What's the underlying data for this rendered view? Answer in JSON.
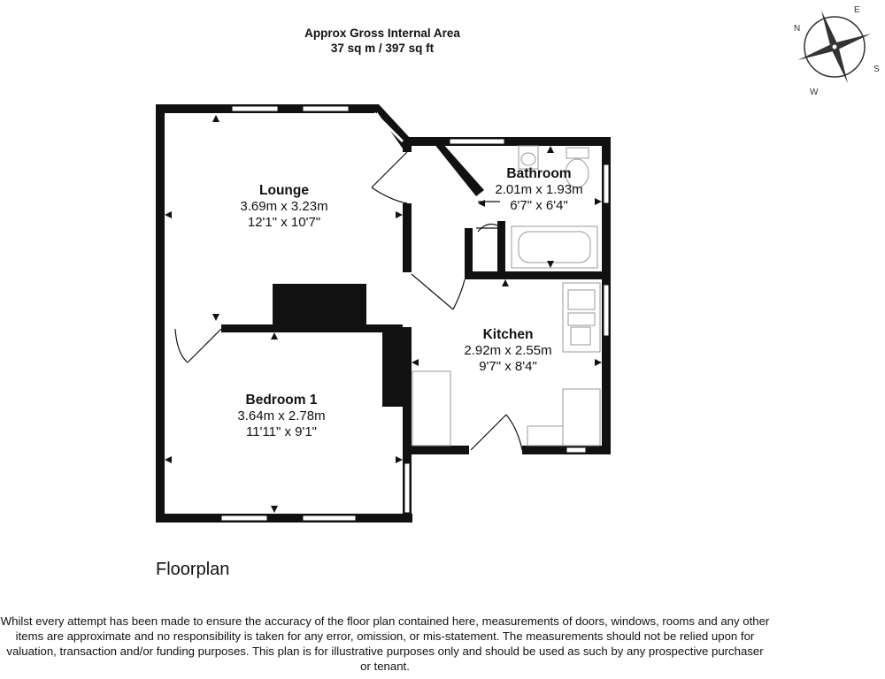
{
  "header": {
    "title": "Approx Gross Internal Area",
    "area": "37 sq m / 397 sq ft"
  },
  "compass": {
    "north": "N",
    "east": "E",
    "south": "S",
    "west": "W"
  },
  "rooms": {
    "lounge": {
      "name": "Lounge",
      "metric": "3.69m x 3.23m",
      "imperial": "12'1\" x 10'7\""
    },
    "bathroom": {
      "name": "Bathroom",
      "metric": "2.01m x 1.93m",
      "imperial": "6'7\" x 6'4\""
    },
    "kitchen": {
      "name": "Kitchen",
      "metric": "2.92m x 2.55m",
      "imperial": "9'7\" x 8'4\""
    },
    "bedroom1": {
      "name": "Bedroom 1",
      "metric": "3.64m x 2.78m",
      "imperial": "11'11\" x 9'1\""
    }
  },
  "caption": "Floorplan",
  "disclaimer": "Whilst every attempt has been made to ensure the accuracy of the floor plan contained here, measurements of doors, windows, rooms and any other items are approximate and no responsibility is taken for any error, omission, or mis-statement. The measurements should not be relied upon for valuation, transaction and/or funding purposes. This plan is for illustrative purposes only and should be used as such by any prospective purchaser or tenant.",
  "colors": {
    "wall": "#111111",
    "fixture": "#999999",
    "window": "#ffffff"
  }
}
